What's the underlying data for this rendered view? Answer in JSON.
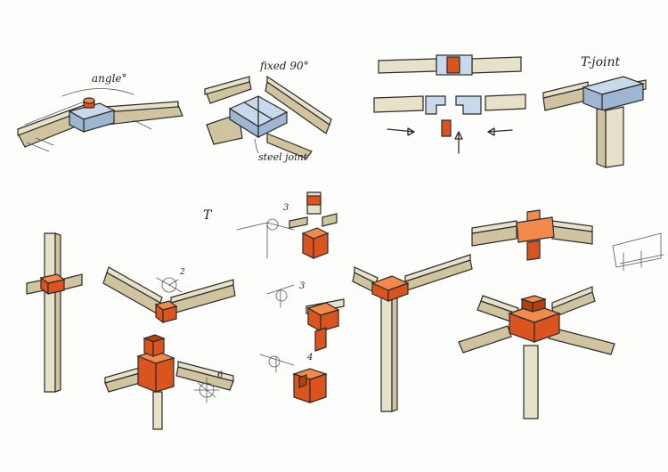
{
  "labels": {
    "angle": "angle°",
    "fixed": "fixed 90°",
    "steel_joint": "steel joint",
    "t_joint": "T-joint",
    "t_mark": "T",
    "num_2": "2",
    "num_3a": "3",
    "num_3b": "3",
    "num_4": "4",
    "num_6": "6"
  },
  "colors": {
    "wood": "#e8e1c9",
    "steel": "#9fb6d3",
    "connector": "#e2672e"
  }
}
